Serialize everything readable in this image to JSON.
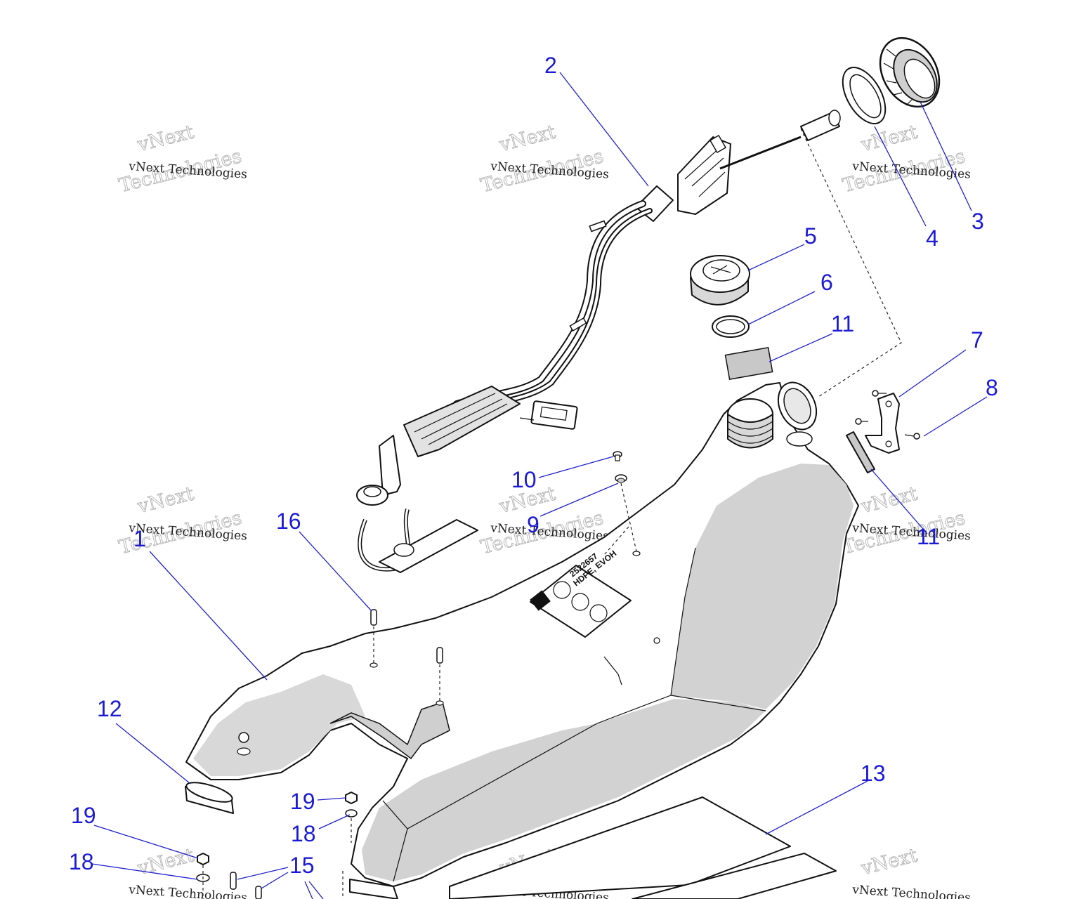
{
  "callouts": [
    {
      "id": "1",
      "label": "1"
    },
    {
      "id": "2",
      "label": "2"
    },
    {
      "id": "3",
      "label": "3"
    },
    {
      "id": "4",
      "label": "4"
    },
    {
      "id": "5",
      "label": "5"
    },
    {
      "id": "6",
      "label": "6"
    },
    {
      "id": "7",
      "label": "7"
    },
    {
      "id": "8",
      "label": "8"
    },
    {
      "id": "9",
      "label": "9"
    },
    {
      "id": "10",
      "label": "10"
    },
    {
      "id": "11a",
      "label": "11"
    },
    {
      "id": "11b",
      "label": "11"
    },
    {
      "id": "12",
      "label": "12"
    },
    {
      "id": "13",
      "label": "13"
    },
    {
      "id": "15",
      "label": "15"
    },
    {
      "id": "16",
      "label": "16"
    },
    {
      "id": "18a",
      "label": "18"
    },
    {
      "id": "18b",
      "label": "18"
    },
    {
      "id": "19a",
      "label": "19"
    },
    {
      "id": "19b",
      "label": "19"
    }
  ],
  "watermark": {
    "brand": "vNext",
    "line_small": "vNext Technologies",
    "line_big": "Technologies"
  },
  "decal": {
    "line1": "2522657",
    "line2": "HDPE, EVOH"
  },
  "colors": {
    "callout": "#1a1ad8",
    "leader": "#2020d0",
    "tank_shade": "#d2d2d2"
  }
}
